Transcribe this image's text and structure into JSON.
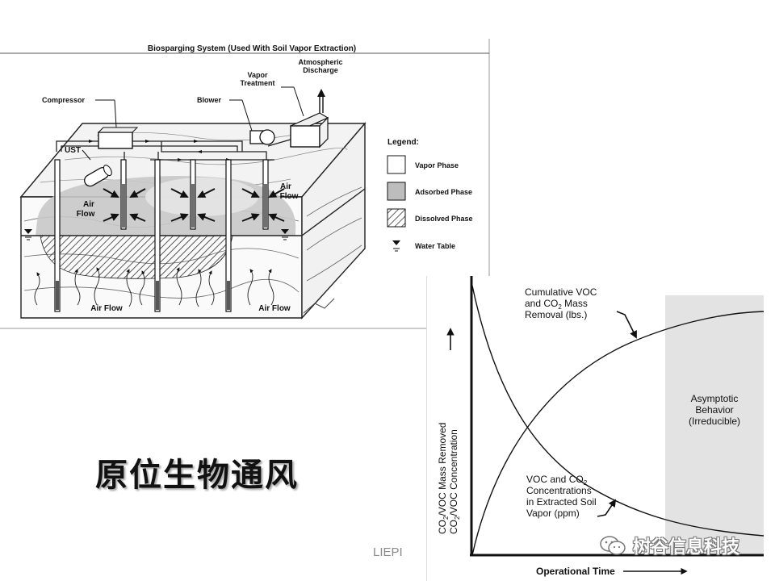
{
  "diagram": {
    "title": "Biosparging System (Used With Soil Vapor Extraction)",
    "labels": {
      "compressor": "Compressor",
      "blower": "Blower",
      "vapor_treatment_line1": "Vapor",
      "vapor_treatment_line2": "Treatment",
      "atmospheric_line1": "Atmospheric",
      "atmospheric_line2": "Discharge",
      "ust": "UST",
      "air_flow_left_1": "Air",
      "air_flow_left_2": "Flow",
      "air_flow_right_1": "Air",
      "air_flow_right_2": "Flow",
      "air_flow_bottom_left": "Air Flow",
      "air_flow_bottom_right": "Air Flow"
    },
    "legend": {
      "title": "Legend:",
      "items": [
        {
          "label": "Vapor Phase",
          "fill": "#ffffff"
        },
        {
          "label": "Adsorbed Phase",
          "fill": "#bdbdbd"
        },
        {
          "label": "Dissolved Phase",
          "fill": "hatch"
        },
        {
          "label": "Water Table",
          "fill": "symbol"
        }
      ]
    }
  },
  "chart": {
    "ylabel_line1_pre": "CO",
    "ylabel_line1_sub": "2",
    "ylabel_line1_post": "/VOC Mass Removed",
    "ylabel_line2_pre": "CO",
    "ylabel_line2_sub": "2",
    "ylabel_line2_post": "/VOC Concentration",
    "xlabel": "Operational Time",
    "cumulative_line1": "Cumulative VOC",
    "cumulative_line2_pre": "and CO",
    "cumulative_line2_sub": "2",
    "cumulative_line2_post": " Mass",
    "cumulative_line3": "Removal (lbs.)",
    "concentration_line1_pre": "VOC and CO",
    "concentration_line1_sub": "2",
    "concentration_line2": "Concentrations",
    "concentration_line3": "in Extracted Soil",
    "concentration_line4": "Vapor (ppm)",
    "asymptotic_line1": "Asymptotic",
    "asymptotic_line2": "Behavior",
    "asymptotic_line3": "(Irreducible)",
    "shade_color": "#e3e3e3"
  },
  "slide_title": "原位生物通风",
  "footer": "LIEPI",
  "watermark": {
    "text": "树谷信息科技",
    "icon": "wechat-icon"
  }
}
